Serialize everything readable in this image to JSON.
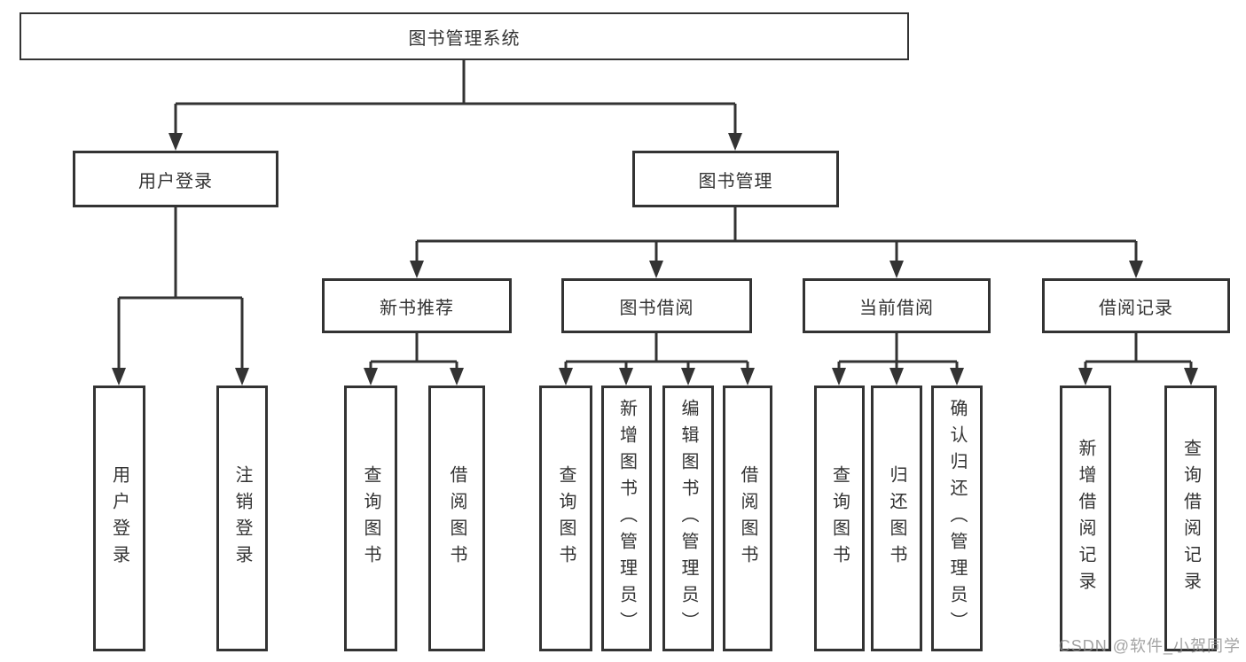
{
  "tree": {
    "root": "图书管理系统",
    "branches": [
      {
        "label": "用户登录",
        "children": [
          "用户登录",
          "注销登录"
        ]
      },
      {
        "label": "图书管理",
        "groups": [
          {
            "label": "新书推荐",
            "children": [
              "查询图书",
              "借阅图书"
            ]
          },
          {
            "label": "图书借阅",
            "children": [
              "查询图书",
              "新增图书（管理员）",
              "编辑图书（管理员）",
              "借阅图书"
            ]
          },
          {
            "label": "当前借阅",
            "children": [
              "查询图书",
              "归还图书",
              "确认归还（管理员）"
            ]
          },
          {
            "label": "借阅记录",
            "children": [
              "新增借阅记录",
              "查询借阅记录"
            ]
          }
        ]
      }
    ]
  },
  "watermark": "CSDN @软件_小贺同学",
  "colors": {
    "line": "#333333",
    "text": "#333333",
    "watermark": "#8c8c8c",
    "background": "#ffffff"
  }
}
